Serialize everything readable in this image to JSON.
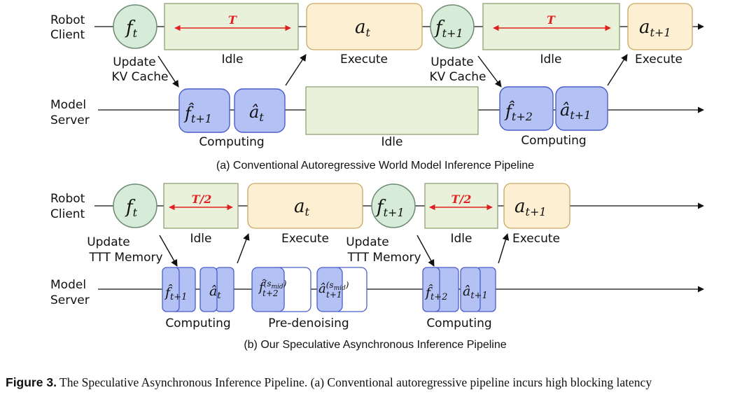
{
  "colors": {
    "frame_fill": "#d6ecd9",
    "frame_stroke": "#6e8a72",
    "idle_fill": "#eaf1da",
    "idle_stroke": "#8a9a6a",
    "action_fill": "#fdf0d2",
    "action_stroke": "#c9a662",
    "compute_fill": "#b3c1f5",
    "compute_stroke": "#4a5fc9",
    "timing_arrow": "#e02020"
  },
  "panel_a": {
    "robot_label": [
      "Robot",
      "Client"
    ],
    "server_label": [
      "Model",
      "Server"
    ],
    "frame_1": "f_t",
    "frame_2": "f_{t+1}",
    "idle_mark": "T",
    "idle_label": "Idle",
    "action_1": "a_t",
    "action_2": "a_{t+1}",
    "execute_label": "Execute",
    "update_label": [
      "Update",
      "KV Cache"
    ],
    "pred_frame_1": "f̂_{t+1}",
    "pred_action_1": "â_t",
    "pred_frame_2": "f̂_{t+2}",
    "pred_action_2": "â_{t+1}",
    "server_idle_label": "Idle",
    "computing_label": "Computing",
    "caption": "(a) Conventional Autoregressive World Model Inference Pipeline"
  },
  "panel_b": {
    "robot_label": [
      "Robot",
      "Client"
    ],
    "server_label": [
      "Model",
      "Server"
    ],
    "frame_1": "f_t",
    "frame_2": "f_{t+1}",
    "idle_mark": "T/2",
    "idle_label": "Idle",
    "action_1": "a_t",
    "action_2": "a_{t+1}",
    "execute_label": "Execute",
    "update_label": [
      "Update",
      "TTT Memory"
    ],
    "computing_label": "Computing",
    "predenoise_label": "Pre-denoising",
    "caption": "(b) Our Speculative Asynchronous Inference Pipeline"
  },
  "figure_caption": {
    "label": "Figure 3.",
    "text": "The Speculative Asynchronous Inference Pipeline. (a) Conventional autoregressive pipeline incurs high blocking latency"
  }
}
